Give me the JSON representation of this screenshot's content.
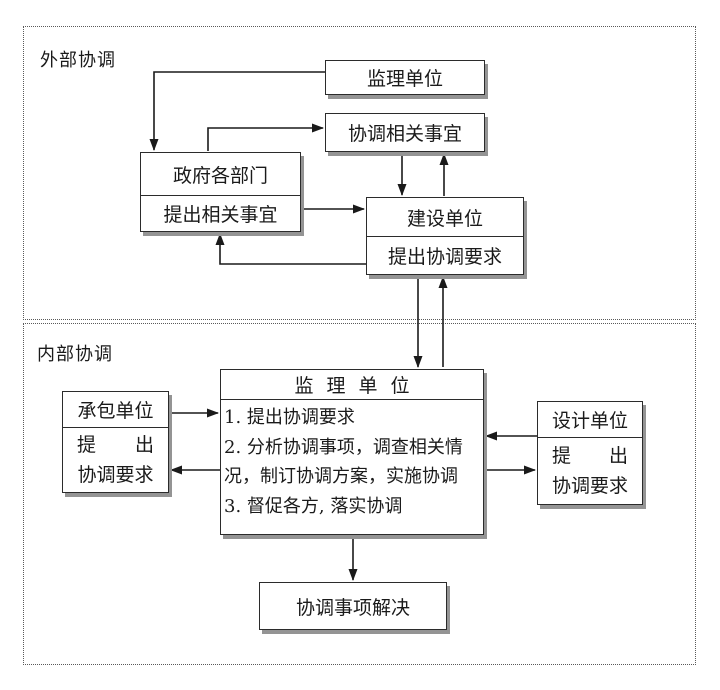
{
  "sections": {
    "external": {
      "label": "外部协调"
    },
    "internal": {
      "label": "内部协调"
    }
  },
  "external_boxes": {
    "supervision": {
      "label": "监理单位"
    },
    "coordinate_matters": {
      "label": "协调相关事宜"
    },
    "government": {
      "title": "政府各部门",
      "subtitle": "提出相关事宜"
    },
    "construction": {
      "title": "建设单位",
      "subtitle": "提出协调要求"
    }
  },
  "internal_boxes": {
    "contractor": {
      "title": "承包单位",
      "request_line1": "提 出",
      "request_line2": "协调要求"
    },
    "supervision": {
      "title": "监 理 单 位",
      "lines": [
        "1. 提出协调要求",
        "2. 分析协调事项，调查相关情",
        "况，制订协调方案，实施协调",
        "3. 督促各方, 落实协调"
      ]
    },
    "design": {
      "title": "设计单位",
      "request_line1": "提 出",
      "request_line2": "协调要求"
    },
    "resolved": {
      "label": "协调事项解决"
    }
  },
  "colors": {
    "line": "#1a1a1a",
    "box_border": "#2b2b2b",
    "box_shadow": "#949494",
    "dotted_border": "#5a5a5a",
    "background": "#ffffff"
  }
}
